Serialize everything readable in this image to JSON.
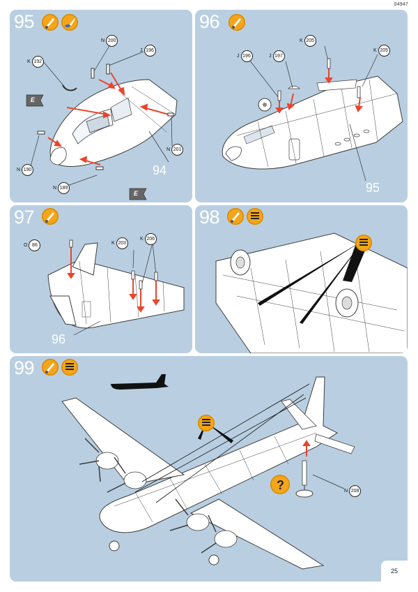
{
  "header": {
    "product_code": "04947"
  },
  "page_number": "25",
  "colors": {
    "panel_bg": "#b9cfe1",
    "icon_orange": "#f4a51a",
    "arrow_red": "#e8452c"
  },
  "steps": [
    {
      "number": "95",
      "icons": [
        "glue-brush-icon",
        "paint-brush-icon"
      ],
      "reference": "94",
      "parts": [
        {
          "letter": "N",
          "num": "200"
        },
        {
          "letter": "J",
          "num": "196"
        },
        {
          "letter": "K",
          "num": "192"
        },
        {
          "letter": "N",
          "num": "201"
        },
        {
          "letter": "N",
          "num": "190"
        },
        {
          "letter": "N",
          "num": "189"
        }
      ],
      "flags": [
        "E",
        "E"
      ]
    },
    {
      "number": "96",
      "icons": [
        "glue-brush-icon"
      ],
      "reference": "95",
      "parts": [
        {
          "letter": "K",
          "num": "205"
        },
        {
          "letter": "K",
          "num": "205"
        },
        {
          "letter": "J",
          "num": "196"
        },
        {
          "letter": "J",
          "num": "197"
        }
      ]
    },
    {
      "number": "97",
      "icons": [
        "glue-brush-icon"
      ],
      "reference": "96",
      "parts": [
        {
          "letter": "O",
          "num": "86"
        },
        {
          "letter": "K",
          "num": "203"
        },
        {
          "letter": "K",
          "num": "206"
        }
      ]
    },
    {
      "number": "98",
      "icons": [
        "glue-brush-icon",
        "decal-sheet-icon"
      ]
    },
    {
      "number": "99",
      "icons": [
        "glue-brush-icon",
        "decal-sheet-icon"
      ],
      "parts": [
        {
          "letter": "N",
          "num": "208"
        }
      ]
    }
  ]
}
